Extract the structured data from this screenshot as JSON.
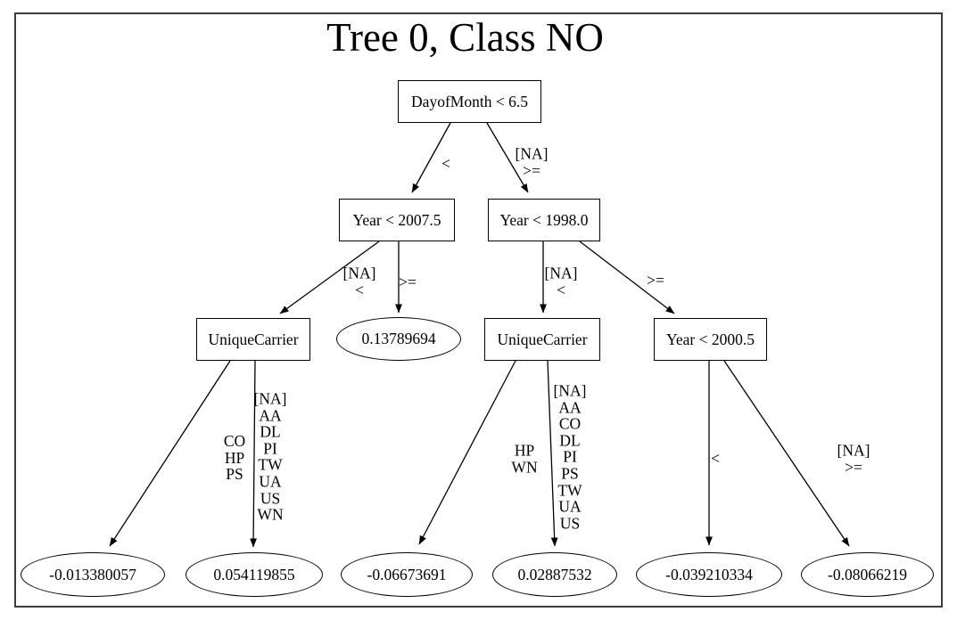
{
  "diagram": {
    "title": "Tree 0, Class NO",
    "type": "decision-tree",
    "nodes": {
      "root": {
        "label": "DayofMonth < 6.5",
        "shape": "box"
      },
      "year2007": {
        "label": "Year < 2007.5",
        "shape": "box"
      },
      "year1998": {
        "label": "Year < 1998.0",
        "shape": "box"
      },
      "carrier1": {
        "label": "UniqueCarrier",
        "shape": "box"
      },
      "leaf_013789694": {
        "label": "0.13789694",
        "shape": "ellipse"
      },
      "carrier2": {
        "label": "UniqueCarrier",
        "shape": "box"
      },
      "year2000": {
        "label": "Year < 2000.5",
        "shape": "box"
      },
      "leaf_neg0013380057": {
        "label": "-0.013380057",
        "shape": "ellipse"
      },
      "leaf_0054119855": {
        "label": "0.054119855",
        "shape": "ellipse"
      },
      "leaf_neg006673691": {
        "label": "-0.06673691",
        "shape": "ellipse"
      },
      "leaf_002887532": {
        "label": "0.02887532",
        "shape": "ellipse"
      },
      "leaf_neg0039210334": {
        "label": "-0.039210334",
        "shape": "ellipse"
      },
      "leaf_neg008066219": {
        "label": "-0.08066219",
        "shape": "ellipse"
      }
    },
    "edge_labels": {
      "root_left": "<",
      "root_right": "[NA]\n>=",
      "year2007_left": "[NA]\n<",
      "year2007_right": ">=",
      "year1998_left": "[NA]\n<",
      "year1998_right": ">=",
      "carrier1_left": "CO\nHP\nPS",
      "carrier1_right": "[NA]\nAA\nDL\nPI\nTW\nUA\nUS\nWN",
      "carrier2_left": "HP\nWN",
      "carrier2_right": "[NA]\nAA\nCO\nDL\nPI\nPS\nTW\nUA\nUS",
      "year2000_left": "<",
      "year2000_right": "[NA]\n>="
    }
  }
}
